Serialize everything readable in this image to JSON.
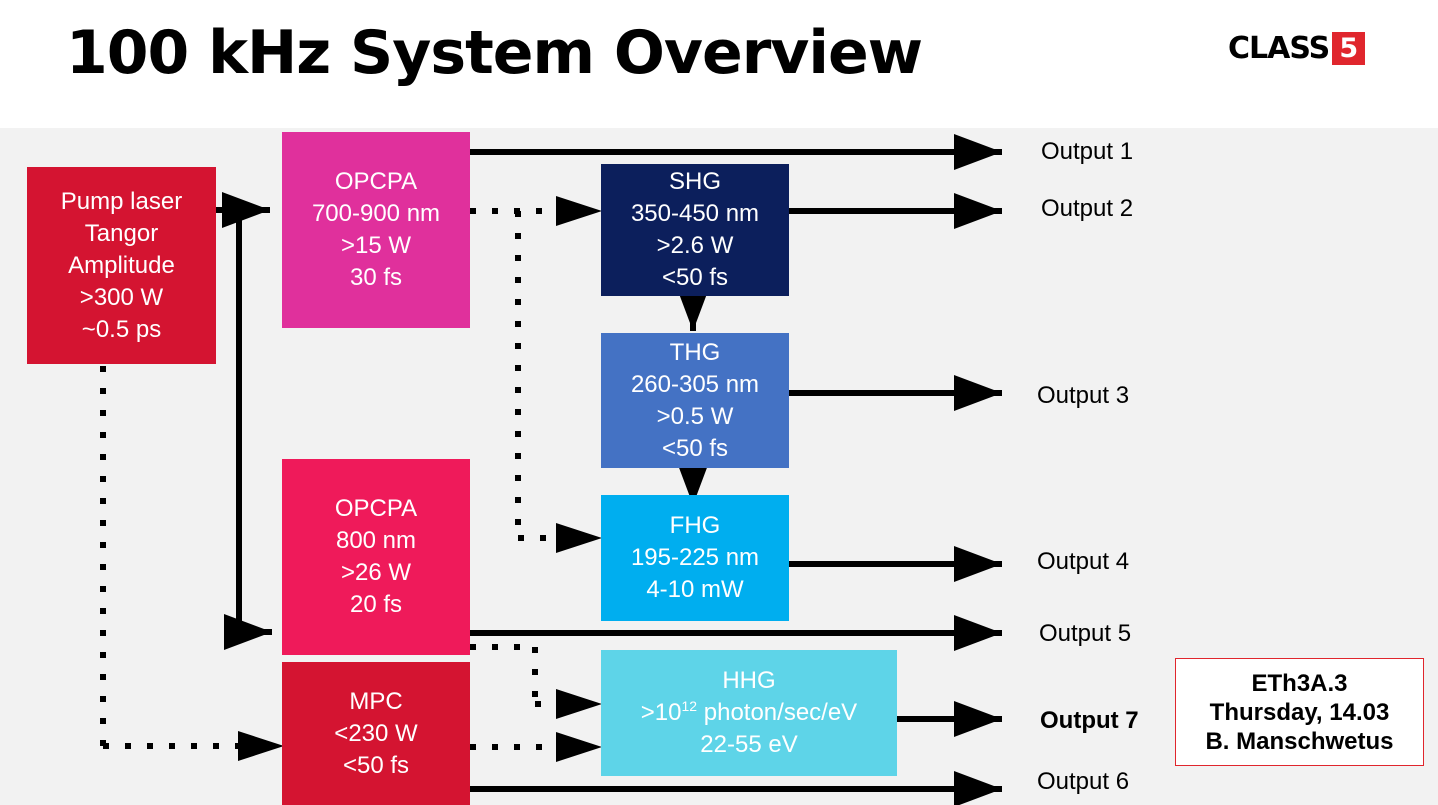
{
  "title": "100 kHz System Overview",
  "logo": {
    "text": "CLASS",
    "number": "5"
  },
  "boxes": {
    "pump": {
      "lines": [
        "Pump laser",
        "Tangor",
        "Amplitude",
        ">300 W",
        "~0.5 ps"
      ],
      "color": "#d41431"
    },
    "opcpa1": {
      "lines": [
        "OPCPA",
        "700-900 nm",
        ">15 W",
        "30 fs"
      ],
      "color": "#e0309c"
    },
    "shg": {
      "lines": [
        "SHG",
        "350-450 nm",
        ">2.6 W",
        "<50 fs"
      ],
      "color": "#0c1f5c"
    },
    "thg": {
      "lines": [
        "THG",
        "260-305 nm",
        ">0.5 W",
        "<50 fs"
      ],
      "color": "#4472c4"
    },
    "fhg": {
      "lines": [
        "FHG",
        "195-225 nm",
        "4-10 mW"
      ],
      "color": "#00aeef"
    },
    "opcpa2": {
      "lines": [
        "OPCPA",
        "800 nm",
        ">26 W",
        "20 fs"
      ],
      "color": "#ef1a5a"
    },
    "mpc": {
      "lines": [
        "MPC",
        "<230 W",
        "<50 fs"
      ],
      "color": "#d41431"
    },
    "hhg": {
      "line1_pre": ">10",
      "line1_sup": "12",
      "line1_post": " photon/sec/eV",
      "line0": "HHG",
      "line2": "22-55 eV",
      "color": "#5ed4e8"
    }
  },
  "outputs": {
    "o1": "Output 1",
    "o2": "Output 2",
    "o3": "Output 3",
    "o4": "Output 4",
    "o5": "Output 5",
    "o7": "Output 7",
    "o6": "Output 6"
  },
  "session": {
    "code": "ETh3A.3",
    "date": "Thursday, 14.03",
    "speaker": "B. Manschwetus"
  }
}
